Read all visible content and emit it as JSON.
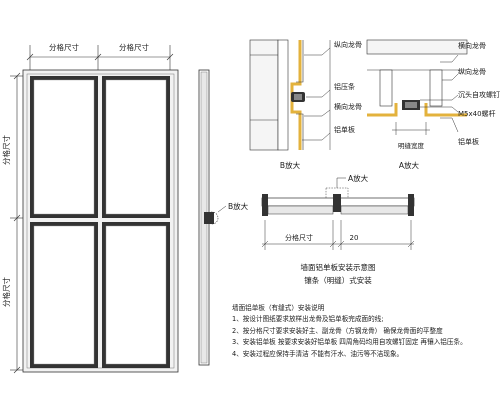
{
  "door": {
    "cell_width_label": "分格尺寸",
    "cell_height_label": "分格尺寸",
    "detail_b_callout": "B放大"
  },
  "detail_b": {
    "title": "B放大",
    "labels": [
      "纵向龙骨",
      "铝压条",
      "横向龙骨",
      "铝单板"
    ]
  },
  "detail_a": {
    "title": "A放大",
    "labels": [
      "横向龙骨",
      "纵向龙骨",
      "沉头自攻螺钉",
      "M5x40螺杆",
      "铝单板"
    ],
    "gap_label": "明缝宽度"
  },
  "section": {
    "callout": "A放大",
    "cell_label": "分格尺寸",
    "gap_value": "20",
    "title_line1": "墙面铝单板安装示意图",
    "title_line2": "镶条（明缝）式安装"
  },
  "notes": {
    "heading": "墙面铝单板（有缝式）安装说明",
    "items": [
      "1、按设计图纸要求放样出龙骨及铝单板完成面的线;",
      "2、按分格尺寸要求安装好主、副龙骨（方钢龙骨）   确保龙骨面的平整度",
      "3、安装铝单板  按要求安装好铝单板   四周角码均用自攻螺钉固定  再镶入铝压条。",
      "4、安装过程应保持手清洁   不能有汗水、油污等不洁现象。"
    ]
  }
}
